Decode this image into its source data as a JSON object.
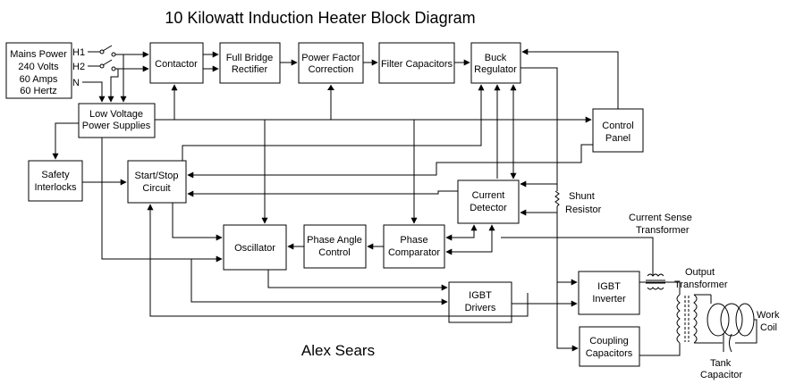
{
  "title": "10 Kilowatt Induction Heater Block Diagram",
  "author": "Alex Sears",
  "mains": {
    "lines": [
      "Mains Power",
      "240 Volts",
      "60 Amps",
      "60 Hertz"
    ],
    "terminals": {
      "h1": "H1",
      "h2": "H2",
      "n": "N"
    }
  },
  "blocks": {
    "contactor": [
      "Contactor"
    ],
    "rectifier": [
      "Full Bridge",
      "Rectifier"
    ],
    "pfc": [
      "Power Factor",
      "Correction"
    ],
    "filter": [
      "Filter Capacitors"
    ],
    "buck": [
      "Buck",
      "Regulator"
    ],
    "lvps": [
      "Low Voltage",
      "Power Supplies"
    ],
    "control_panel": [
      "Control",
      "Panel"
    ],
    "safety": [
      "Safety",
      "Interlocks"
    ],
    "startstop": [
      "Start/Stop",
      "Circuit"
    ],
    "current_detector": [
      "Current",
      "Detector"
    ],
    "oscillator": [
      "Oscillator"
    ],
    "phase_angle": [
      "Phase Angle",
      "Control"
    ],
    "phase_comp": [
      "Phase",
      "Comparator"
    ],
    "igbt_drivers": [
      "IGBT",
      "Drivers"
    ],
    "igbt_inverter": [
      "IGBT",
      "Inverter"
    ],
    "coupling": [
      "Coupling",
      "Capacitors"
    ]
  },
  "labels": {
    "shunt": [
      "Shunt",
      "Resistor"
    ],
    "cst": [
      "Current Sense",
      "Transformer"
    ],
    "output": [
      "Output",
      "Transformer"
    ],
    "work_coil": [
      "Work",
      "Coil"
    ],
    "tank": [
      "Tank",
      "Capacitor"
    ]
  }
}
